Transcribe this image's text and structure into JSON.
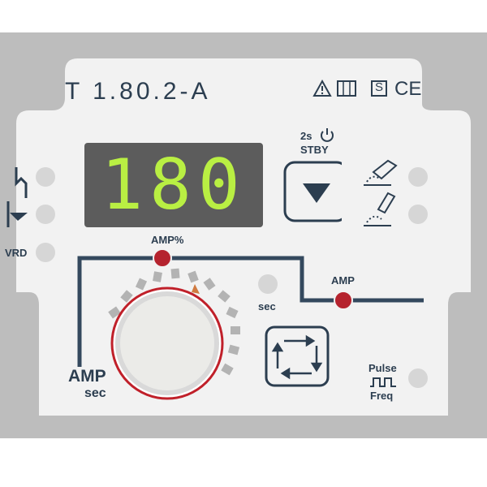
{
  "header": {
    "model": "T 1.80.2-A",
    "safety_mark": "S",
    "conformity_mark": "CE"
  },
  "display": {
    "value": "180"
  },
  "standby": {
    "timer": "2s",
    "label": "STBY"
  },
  "graph": {
    "amp_percent_label": "AMP%",
    "amp_label": "AMP",
    "sec_label": "sec",
    "axis_amp": "AMP",
    "axis_sec": "sec"
  },
  "left_labels": {
    "vrd": "VRD"
  },
  "pulse": {
    "label_top": "Pulse",
    "label_bottom": "Freq"
  },
  "colors": {
    "panel": "#f2f2f2",
    "frame": "#bdbdbd",
    "display_bg": "#5c5c5c",
    "digits": "#b9ef43",
    "ink": "#2c3e50",
    "knob_ring": "#c0202a",
    "indicator_led": "#b5232e"
  },
  "icons": [
    "warning-icon",
    "transformer-icon",
    "s-mark-icon",
    "ce-mark-icon",
    "power-icon",
    "down-arrow-icon",
    "lift-tig-icon",
    "hf-tig-icon",
    "pulse-icon",
    "cycle-arrows-icon",
    "2t-trigger-icon",
    "4t-trigger-icon"
  ]
}
